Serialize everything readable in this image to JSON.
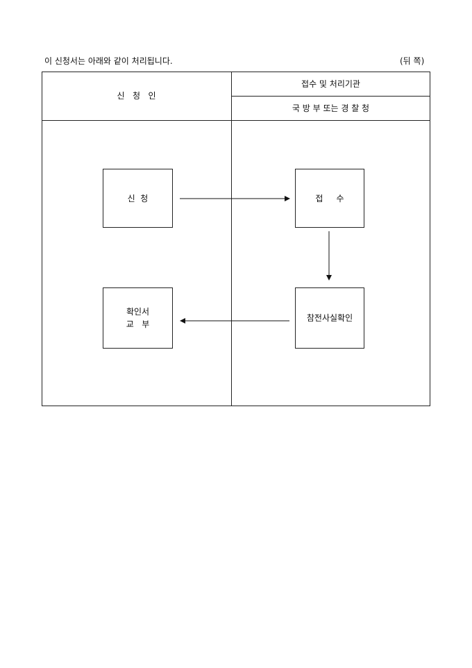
{
  "header": {
    "notice": "이 신청서는 아래와 같이 처리됩니다.",
    "side_marker": "(뒤 쪽)"
  },
  "table": {
    "applicant_header": "신   청   인",
    "agency_header": "접수 및 처리기관",
    "agency_subheader": "국 방 부 또는 경 찰 청"
  },
  "flow": {
    "apply": "신  청",
    "receive": "접     수",
    "confirm": "참전사실확인",
    "issue_line1": "확인서",
    "issue_line2": "교   부"
  }
}
